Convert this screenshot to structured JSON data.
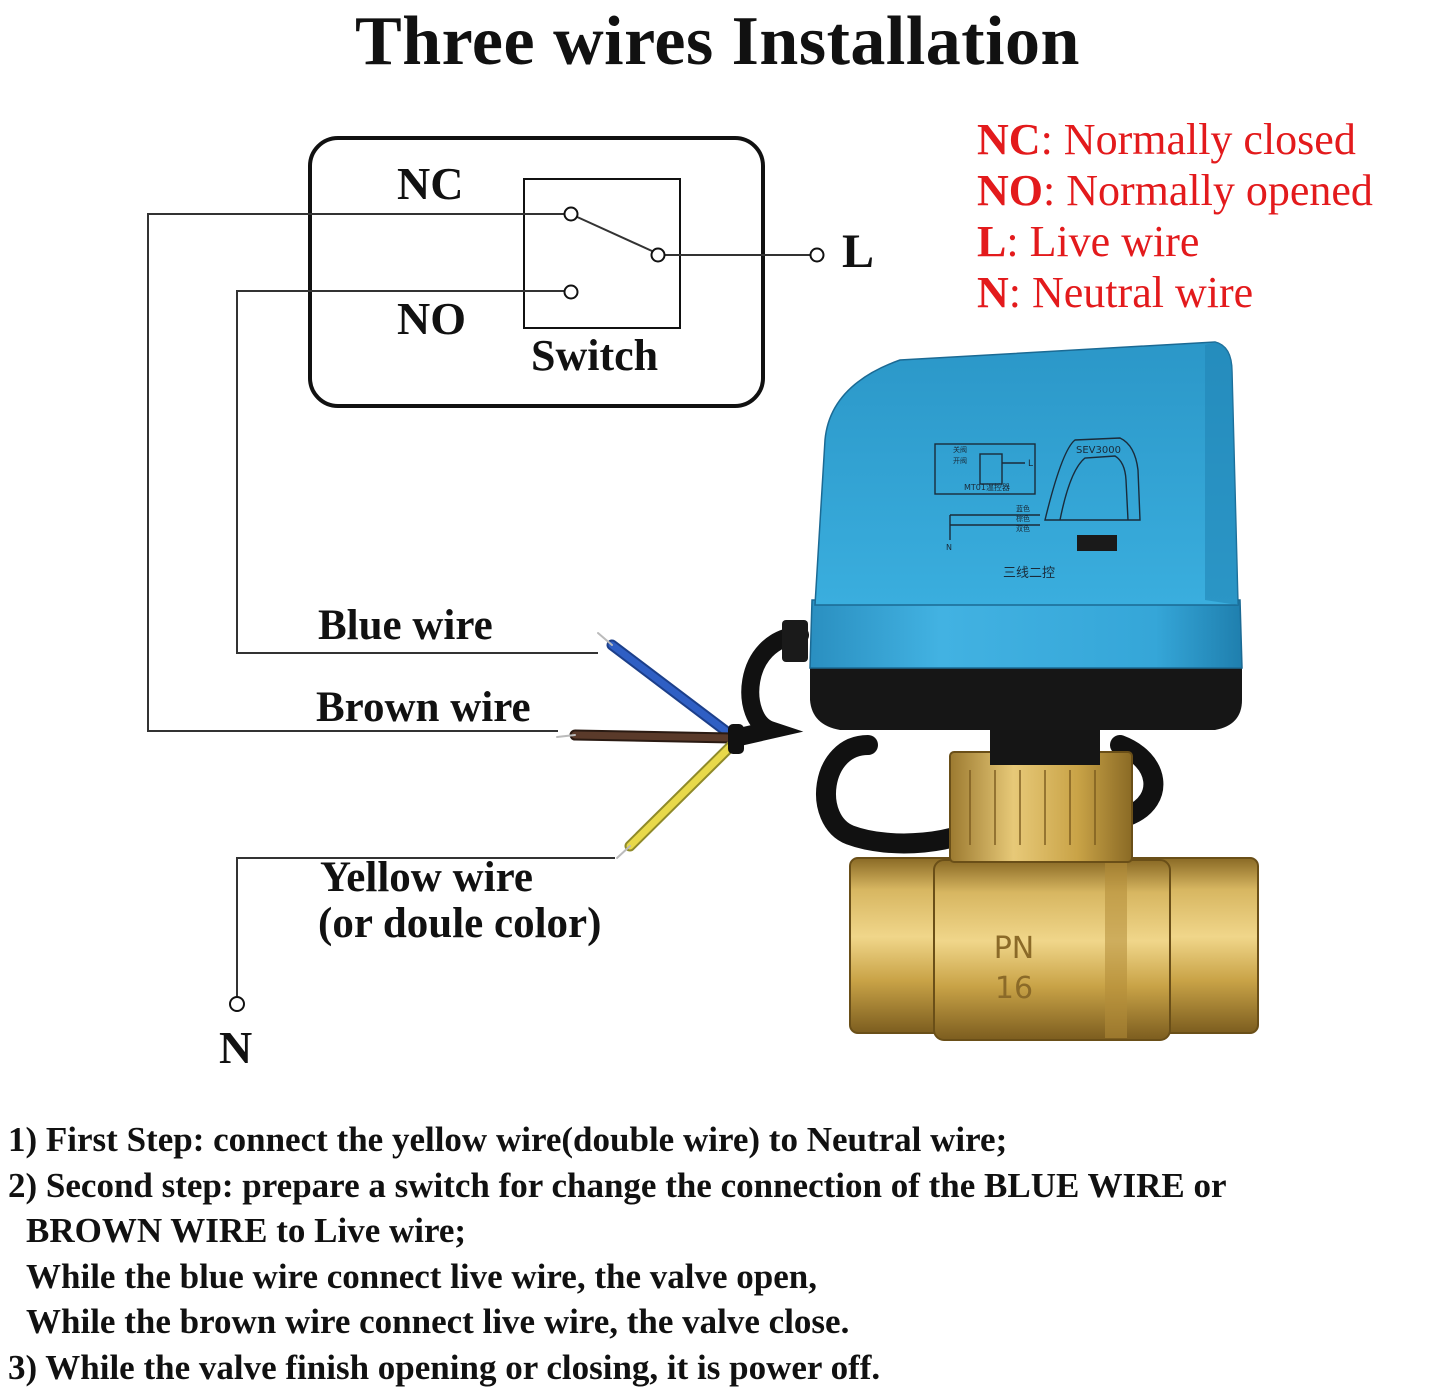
{
  "title": "Three wires Installation",
  "switch_box": {
    "nc": "NC",
    "no": "NO",
    "switch": "Switch",
    "live_terminal": "L"
  },
  "neutral_terminal": "N",
  "legend": [
    {
      "key": "NC",
      "desc": ": Normally closed"
    },
    {
      "key": "NO",
      "desc": ": Normally opened"
    },
    {
      "key": "L",
      "desc": ": Live wire"
    },
    {
      "key": "N",
      "desc": ": Neutral wire"
    }
  ],
  "wires": {
    "blue": "Blue wire",
    "brown": "Brown wire",
    "yellow_line1": "Yellow wire",
    "yellow_line2": "(or doule color)"
  },
  "actuator_label": {
    "model": "SEV3000",
    "controller": "MT01温控器",
    "mode": "三线二控",
    "terminal_l": "L",
    "terminal_n": "N",
    "pos_closed": "关阀",
    "pos_open": "开阀",
    "colors": [
      "蓝色",
      "棕色",
      "双色"
    ]
  },
  "valve_marking": {
    "line1": "PN",
    "line2": "16"
  },
  "steps": [
    "1) First Step: connect the yellow wire(double wire) to Neutral wire;",
    "2) Second step: prepare a switch for change  the connection of the BLUE WIRE or",
    "BROWN WIRE to Live wire;",
    "While the blue wire connect live wire, the valve open,",
    "While the brown wire connect live wire, the valve close.",
    "3) While the valve finish opening or closing, it is power off."
  ],
  "colors": {
    "legend_red": "#e31a1c",
    "actuator_blue": "#35a6d8",
    "brass": "#c9a347",
    "wire_blue": "#2f5fc4",
    "wire_brown": "#5a3a2a",
    "wire_yellow": "#e8d94a"
  }
}
